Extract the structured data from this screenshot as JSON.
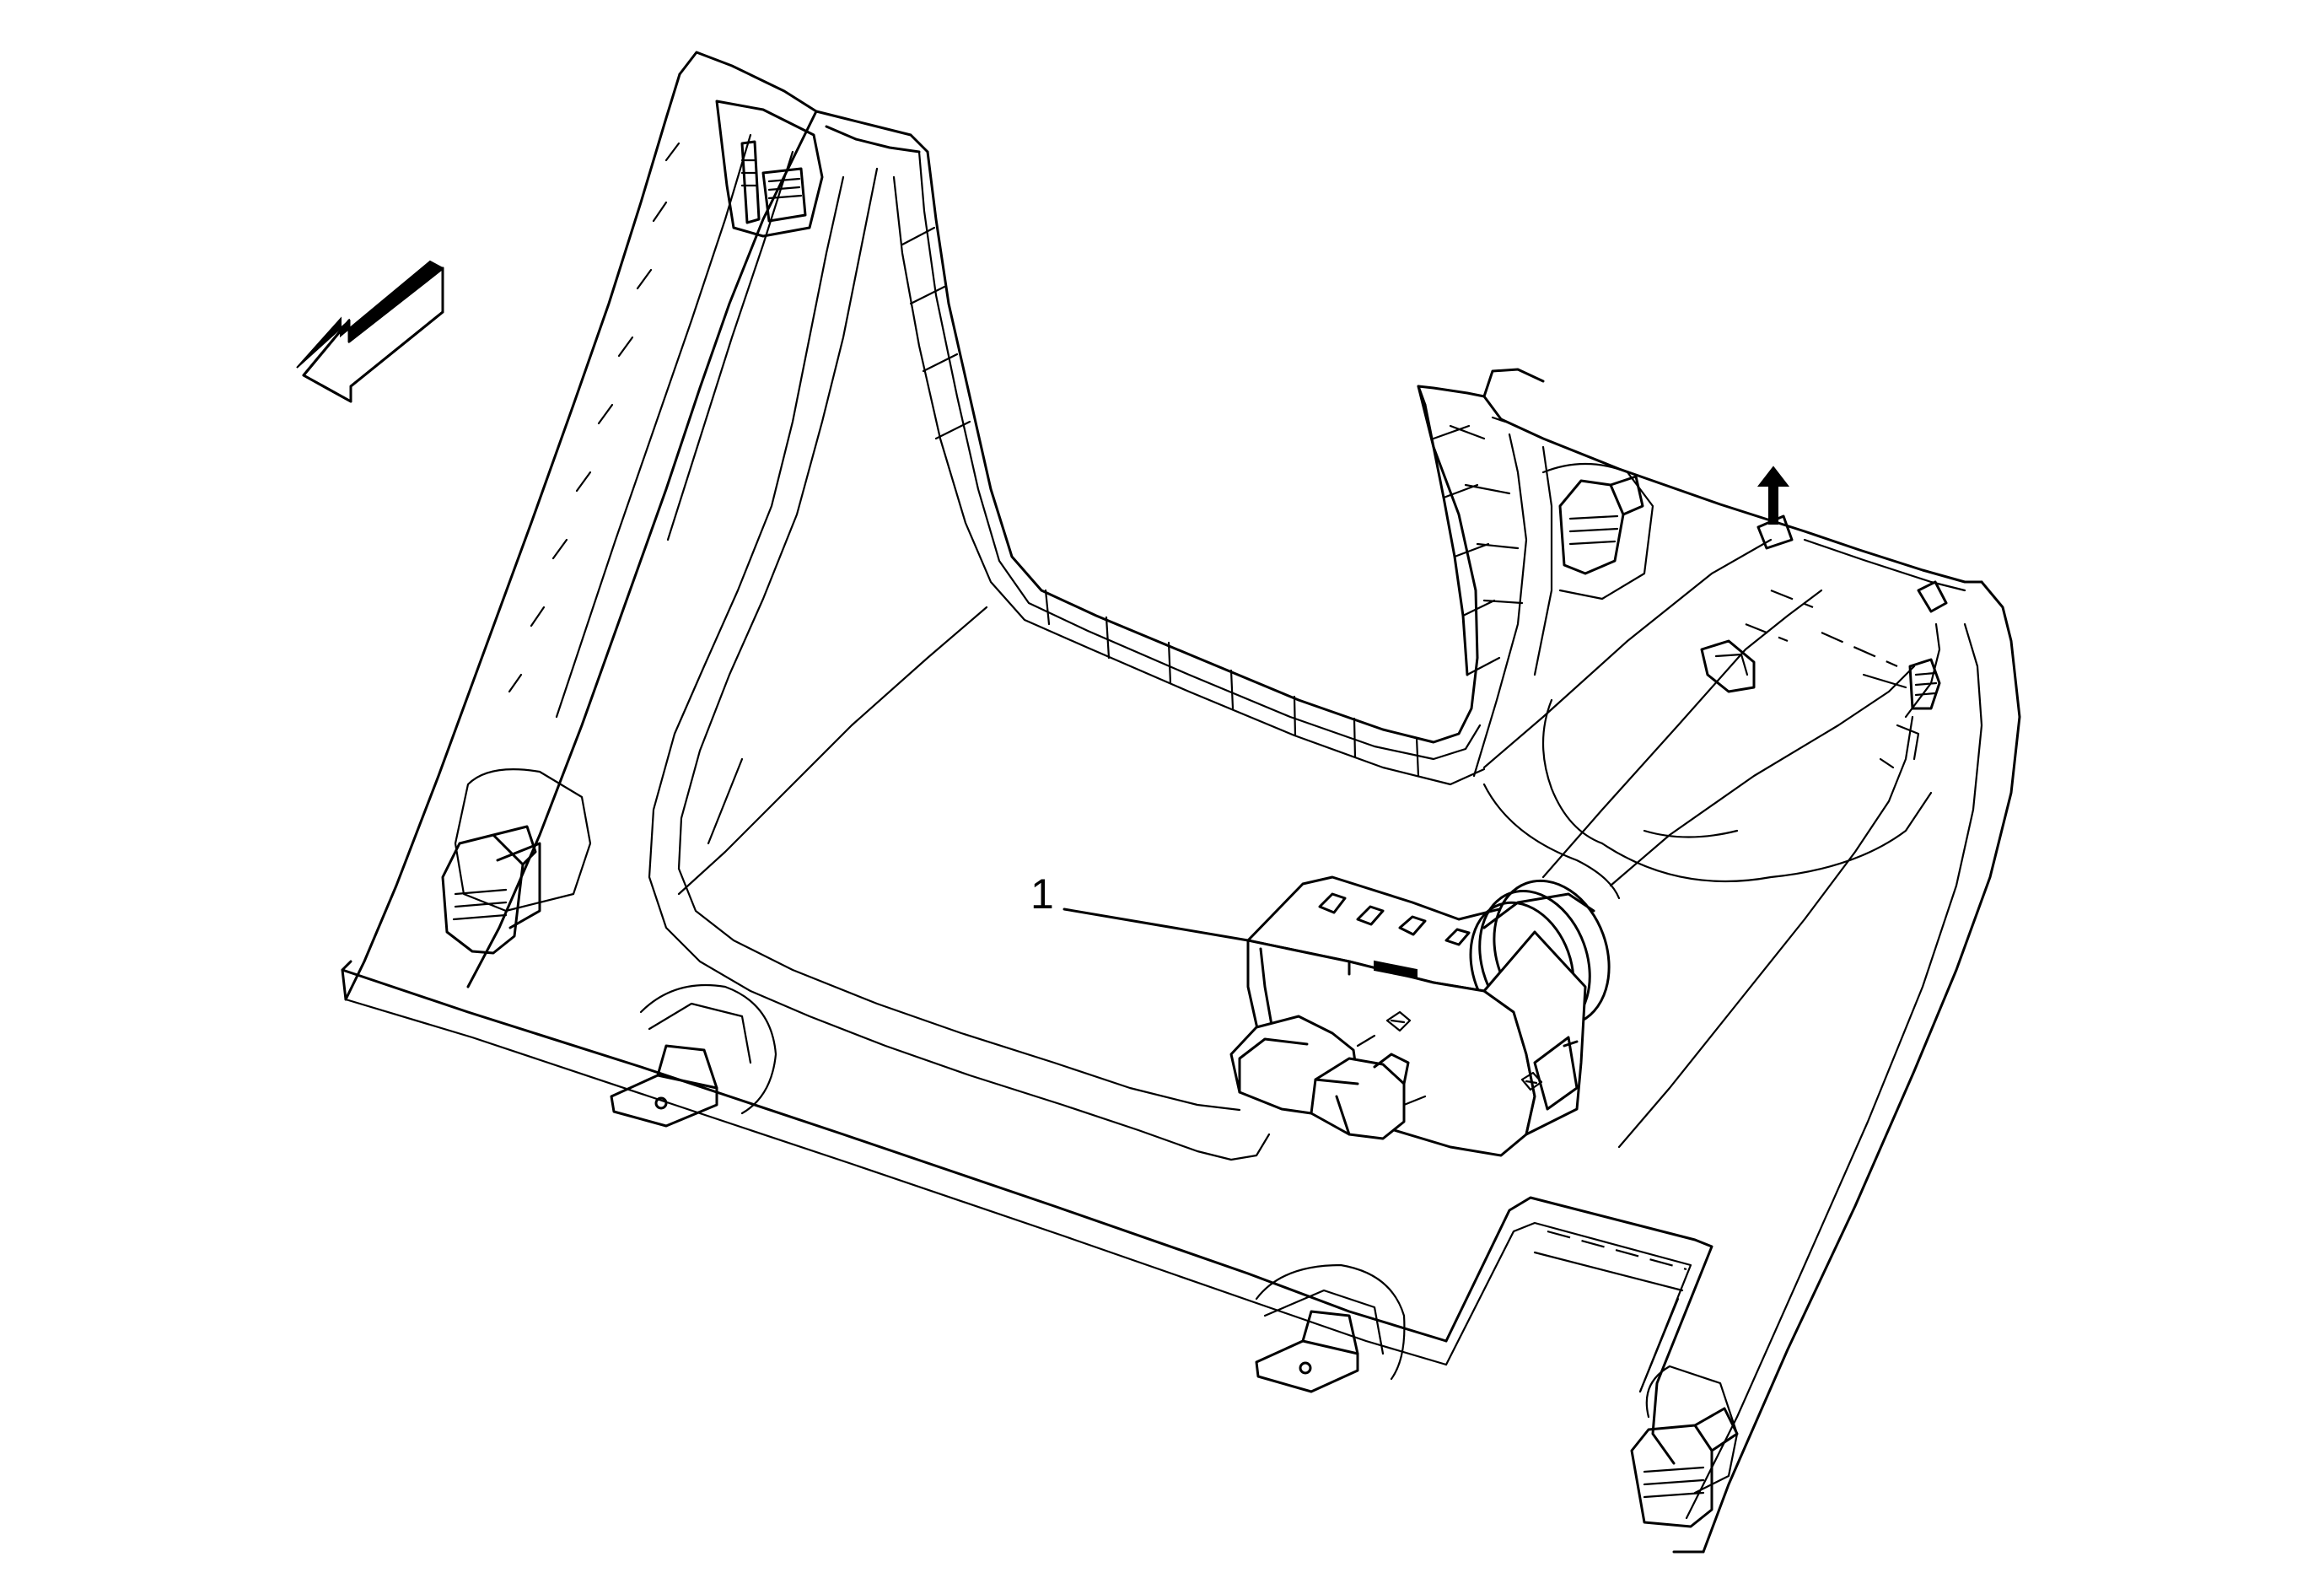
{
  "diagram": {
    "callouts": [
      {
        "id": "1",
        "label": "1",
        "target": "switch"
      }
    ]
  }
}
